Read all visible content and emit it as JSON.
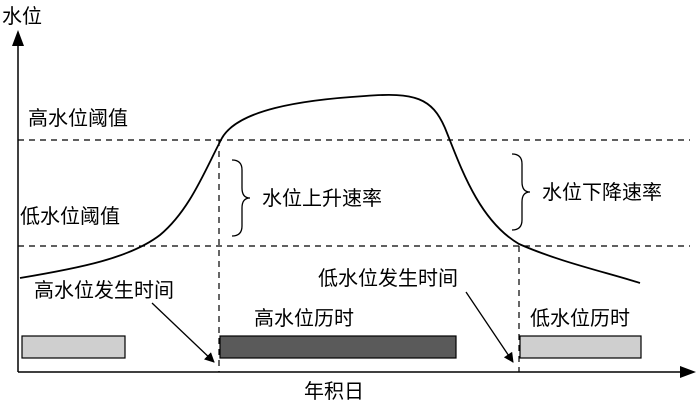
{
  "axes": {
    "y_label": "水位",
    "x_label": "年积日"
  },
  "thresholds": {
    "high_label": "高水位阈值",
    "low_label": "低水位阈值"
  },
  "rates": {
    "rise_label": "水位上升速率",
    "fall_label": "水位下降速率"
  },
  "events": {
    "high_occurrence_label": "高水位发生时间",
    "low_occurrence_label": "低水位发生时间",
    "high_duration_label": "高水位历时",
    "low_duration_label": "低水位历时"
  },
  "colors": {
    "line": "#000000",
    "low_duration_bar": "#cfcfcf",
    "high_duration_bar": "#5a5a5a",
    "background": "#ffffff"
  }
}
